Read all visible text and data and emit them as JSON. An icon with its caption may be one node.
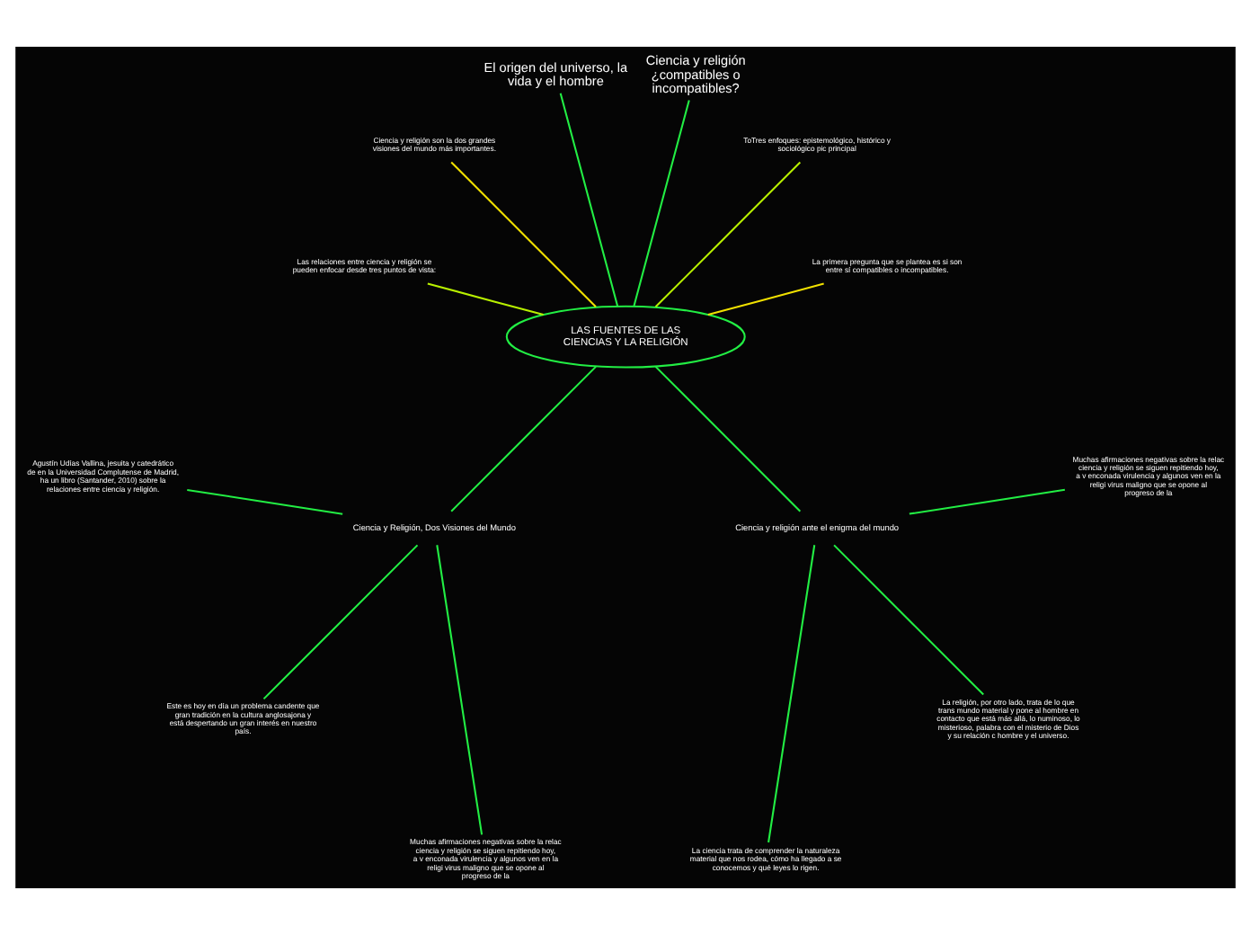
{
  "diagram": {
    "nodes": [
      {
        "text": [
          "LAS FUENTES DE LAS CIENCIAS Y LA RELIGIÓN"
        ]
      },
      {
        "text": [
          "La primera pregunta que se plantea es si son entre sí compatibles o incompatibles."
        ]
      },
      {
        "text": [
          "ToTres enfoques: epistemológico, histórico y sociológico pic principal"
        ]
      },
      {
        "text": [
          "Ciencia y religión ¿compatibles o incompatibles?"
        ]
      },
      {
        "text": [
          "El origen del universo, la vida y el hombre"
        ]
      },
      {
        "text": [
          "Ciencia y religión son la dos grandes visiones del mundo más importantes."
        ]
      },
      {
        "text": [
          "Las relaciones entre ciencia y religión se pueden enfocar desde tres puntos de vista:"
        ]
      },
      {
        "text": [
          "Ciencia y Religión, Dos Visiones del Mundo"
        ]
      },
      {
        "text": [
          "Agustín Udías Vallina, jesuita y catedrático de en la Universidad Complutense de Madrid, ha un libro (Santander, 2010) sobre la relaciones entre ciencia y religión."
        ]
      },
      {
        "text": [
          "Este es hoy en día un problema candente que gran tradición en la cultura anglosajona y está despertando un gran interés en nuestro país."
        ]
      },
      {
        "text": [
          "Muchas afirmaciones negativas sobre la relac ciencia y religión se siguen repitiendo hoy, a v enconada virulencia y algunos ven en la religi virus maligno que se opone al progreso de la"
        ]
      },
      {
        "text": [
          "Ciencia y religión ante el enigma del mundo"
        ]
      },
      {
        "text": [
          "La ciencia trata de comprender la naturaleza material que nos rodea, cómo ha llegado a se conocemos y qué leyes lo rigen."
        ]
      },
      {
        "text": [
          "La religión, por otro lado, trata de lo que trans mundo material y pone al hombre en contacto que está más allá, lo numinoso, lo misterioso, palabra con el misterio de Dios y su relación c hombre y el universo."
        ]
      },
      {
        "text": [
          "Muchas afirmaciones negativas sobre la relac ciencia y religión se siguen repitiendo hoy, a v enconada virulencia y algunos ven en la religi virus maligno que se opone al progreso de la"
        ]
      }
    ],
    "edges": [
      {
        "from": 0,
        "to": 1,
        "arrow": "none",
        "color": "#f0e000"
      },
      {
        "from": 0,
        "to": 2,
        "arrow": "none",
        "color": "#b8f000"
      },
      {
        "from": 0,
        "to": 3,
        "arrow": "none"
      },
      {
        "from": 0,
        "to": 4,
        "arrow": "none"
      },
      {
        "from": 0,
        "to": 5,
        "arrow": "none",
        "color": "#f0e000"
      },
      {
        "from": 0,
        "to": 6,
        "arrow": "none",
        "color": "#b8f000"
      },
      {
        "from": 0,
        "to": 7,
        "arrow": "none"
      },
      {
        "from": 7,
        "to": 8,
        "arrow": "none"
      },
      {
        "from": 7,
        "to": 9,
        "arrow": "none"
      },
      {
        "from": 7,
        "to": 10,
        "arrow": "none"
      },
      {
        "from": 0,
        "to": 11,
        "arrow": "none"
      },
      {
        "from": 11,
        "to": 12,
        "arrow": "none"
      },
      {
        "from": 11,
        "to": 13,
        "arrow": "none"
      },
      {
        "from": 11,
        "to": 14,
        "arrow": "none"
      }
    ]
  }
}
